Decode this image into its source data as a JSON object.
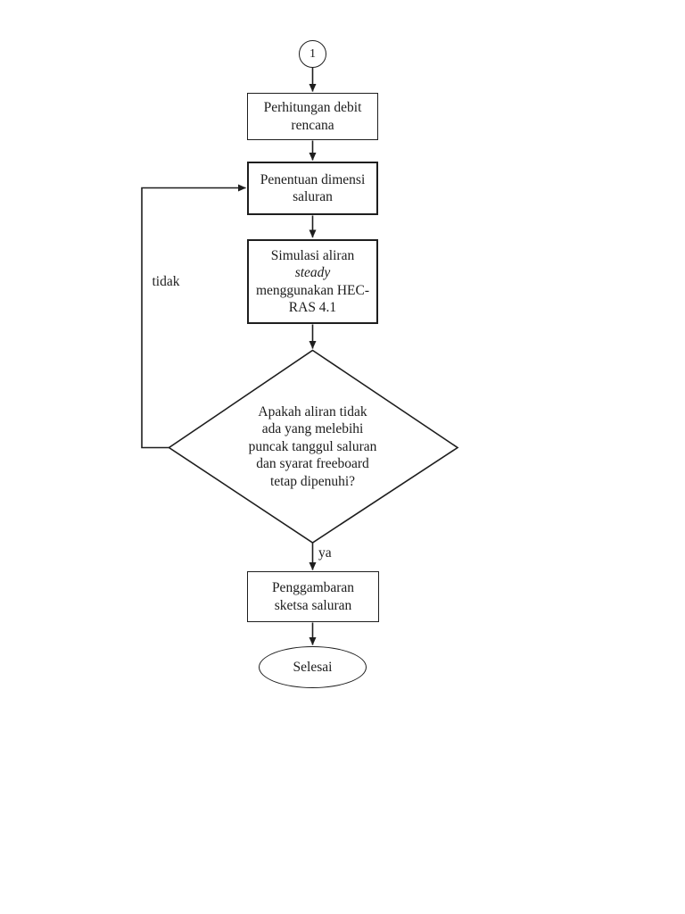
{
  "flowchart": {
    "colors": {
      "stroke": "#1e1e1e",
      "text": "#1c1c1c",
      "background": "#ffffff"
    },
    "connector_start": {
      "label": "1"
    },
    "nodes": {
      "step1": {
        "label": "Perhitungan debit\nrencana"
      },
      "step2": {
        "label": "Penentuan dimensi\nsaluran"
      },
      "step3": {
        "line1": "Simulasi aliran",
        "line2_italic": "steady",
        "line3": "menggunakan HEC-\nRAS 4.1"
      },
      "decision": {
        "label": "Apakah aliran tidak\nada yang melebihi\npuncak tanggul saluran\ndan syarat freeboard\ntetap dipenuhi?"
      },
      "step4": {
        "label": "Penggambaran\nsketsa saluran"
      },
      "end": {
        "label": "Selesai"
      }
    },
    "edges": {
      "no_label": "tidak",
      "yes_label": "ya"
    }
  }
}
